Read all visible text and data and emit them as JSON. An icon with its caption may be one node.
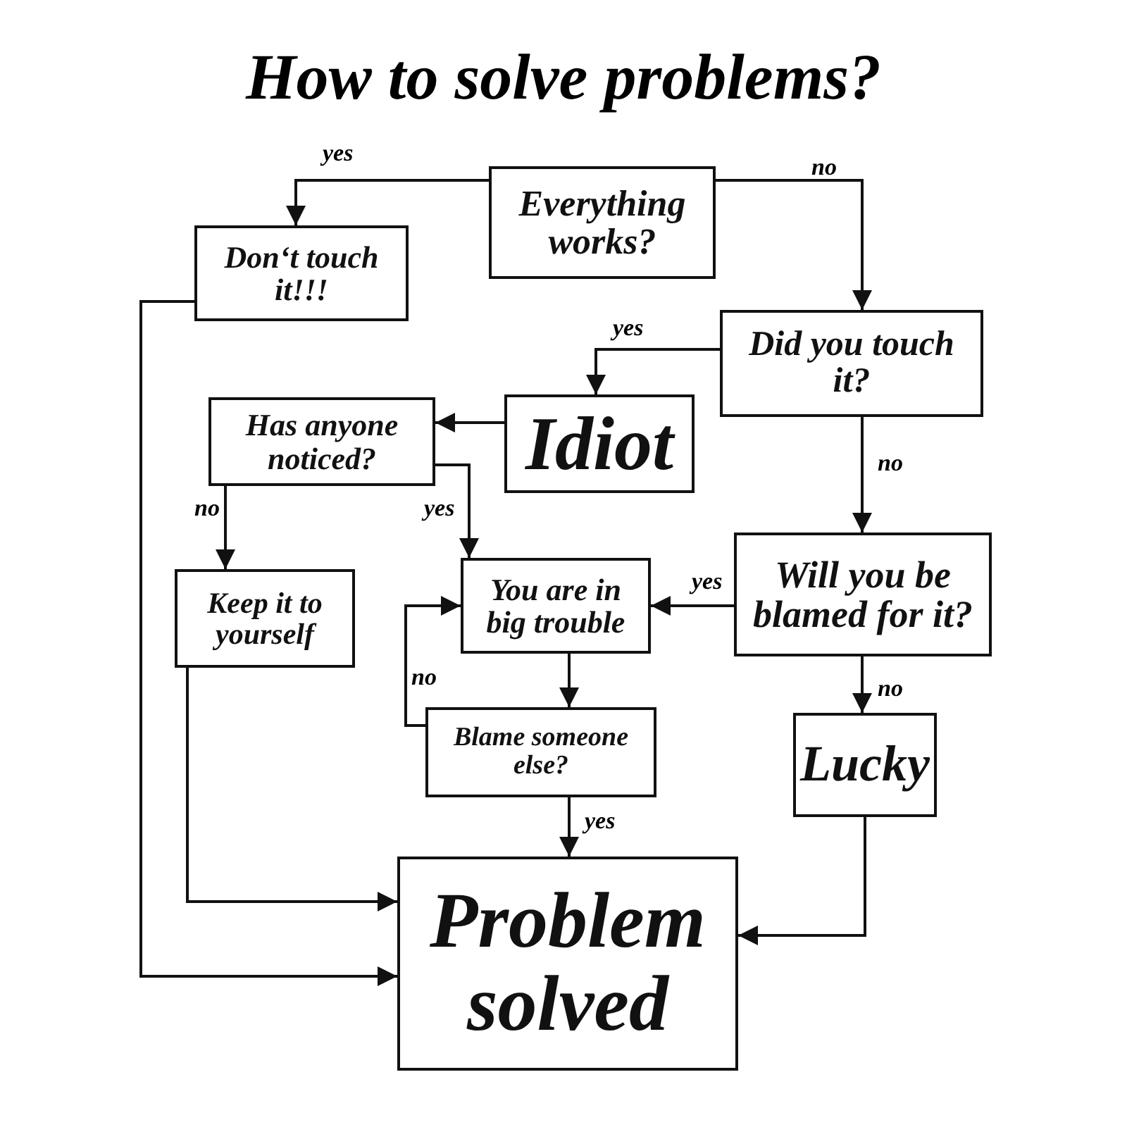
{
  "diagram": {
    "title": "How to solve problems?",
    "nodes": [
      {
        "text": [
          "Everything works?"
        ]
      },
      {
        "text": [
          "Don‘t touch it!!!"
        ]
      },
      {
        "text": [
          "Did you touch it?"
        ]
      },
      {
        "text": [
          "Idiot"
        ]
      },
      {
        "text": [
          "Has anyone noticed?"
        ]
      },
      {
        "text": [
          "Keep it to yourself"
        ]
      },
      {
        "text": [
          "You are in big trouble"
        ]
      },
      {
        "text": [
          "Will you be blamed for it?"
        ]
      },
      {
        "text": [
          "Blame someone else?"
        ]
      },
      {
        "text": [
          "Lucky"
        ]
      },
      {
        "text": [
          "Problem solved"
        ]
      }
    ],
    "edges": [
      {
        "from": 0,
        "to": 1,
        "arrow": "to",
        "label": "yes"
      },
      {
        "from": 0,
        "to": 2,
        "arrow": "to",
        "label": "no"
      },
      {
        "from": 2,
        "to": 3,
        "arrow": "to",
        "label": "yes"
      },
      {
        "from": 3,
        "to": 4,
        "arrow": "to"
      },
      {
        "from": 4,
        "to": 5,
        "arrow": "to",
        "label": "no"
      },
      {
        "from": 4,
        "to": 6,
        "arrow": "to",
        "label": "yes"
      },
      {
        "from": 2,
        "to": 7,
        "arrow": "to",
        "label": "no"
      },
      {
        "from": 7,
        "to": 6,
        "arrow": "to",
        "label": "yes"
      },
      {
        "from": 6,
        "to": 8,
        "arrow": "to"
      },
      {
        "from": 8,
        "to": 6,
        "arrow": "to",
        "label": "no"
      },
      {
        "from": 8,
        "to": 10,
        "arrow": "to",
        "label": "yes"
      },
      {
        "from": 7,
        "to": 9,
        "arrow": "to",
        "label": "no"
      },
      {
        "from": 9,
        "to": 10,
        "arrow": "to"
      },
      {
        "from": 5,
        "to": 10,
        "arrow": "to"
      },
      {
        "from": 1,
        "to": 10,
        "arrow": "to"
      }
    ]
  }
}
